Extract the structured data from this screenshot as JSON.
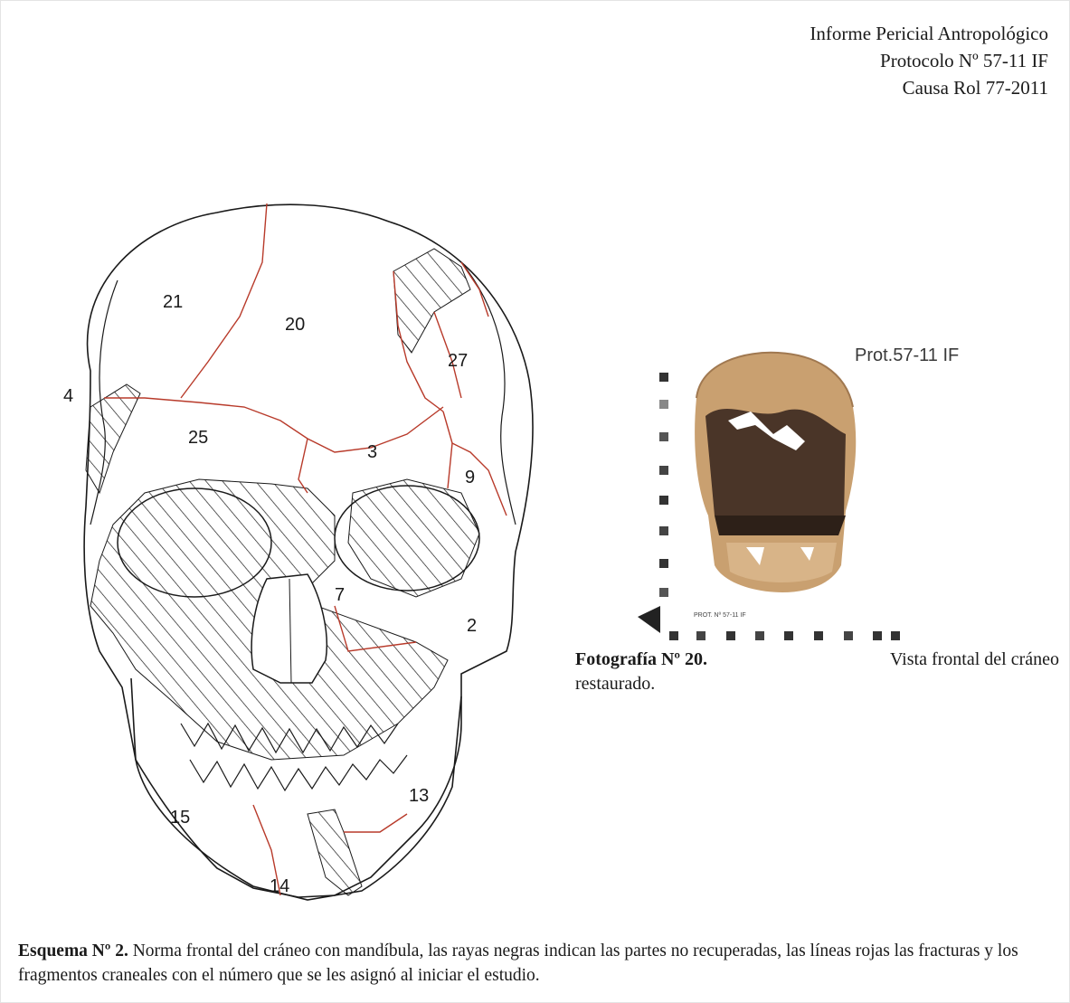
{
  "header": {
    "line1": "Informe Pericial Antropológico",
    "line2": "Protocolo Nº 57-11 IF",
    "line3": "Causa Rol 77-2011"
  },
  "diagram": {
    "fragment_numbers": [
      "21",
      "20",
      "27",
      "4",
      "25",
      "3",
      "9",
      "7",
      "2",
      "13",
      "15",
      "14"
    ],
    "colors": {
      "outline": "#1a1a1a",
      "fracture": "#b83a2a",
      "hatch": "#1a1a1a"
    }
  },
  "photo": {
    "label": "Prot.57-11 IF",
    "scale_tag": "PROT. Nº 57-11 IF",
    "caption_bold": "Fotografía  Nº  20.",
    "caption_rest": "Vista  frontal  del  cráneo",
    "caption_line2": "restaurado."
  },
  "scheme_caption": {
    "bold": "Esquema Nº 2.",
    "text": " Norma frontal del cráneo con mandíbula, las rayas negras indican las partes no recuperadas, las líneas rojas las fracturas y los fragmentos craneales con el número que se les asignó al iniciar el estudio."
  }
}
